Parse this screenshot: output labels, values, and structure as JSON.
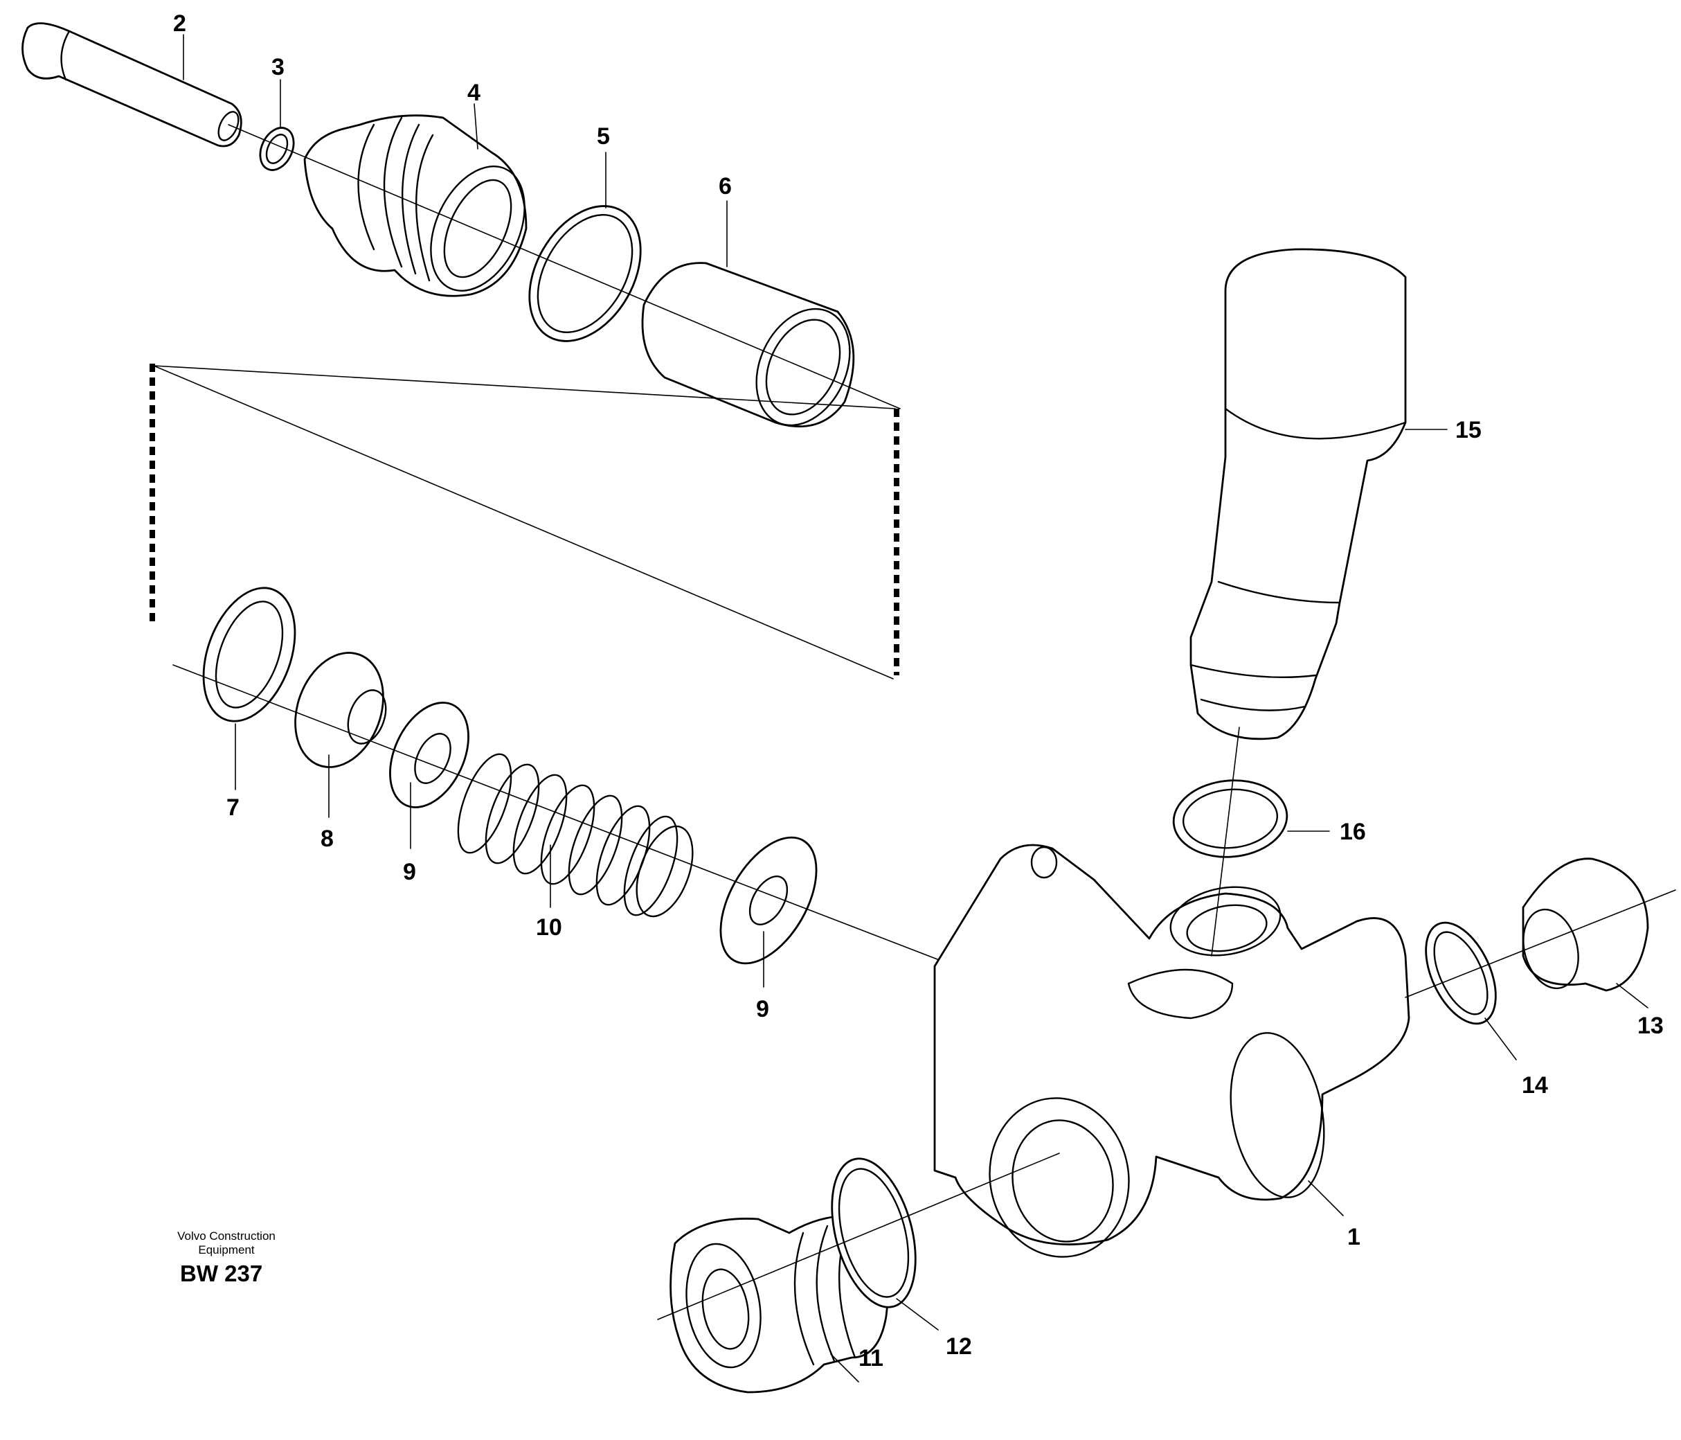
{
  "callouts": {
    "c1": "1",
    "c2": "2",
    "c3": "3",
    "c4": "4",
    "c5": "5",
    "c6": "6",
    "c7": "7",
    "c8": "8",
    "c9a": "9",
    "c9b": "9",
    "c10": "10",
    "c11": "11",
    "c12": "12",
    "c13": "13",
    "c14": "14",
    "c15": "15",
    "c16": "16"
  },
  "credit": {
    "line1": "Volvo Construction",
    "line2": "Equipment",
    "code": "BW 237"
  }
}
